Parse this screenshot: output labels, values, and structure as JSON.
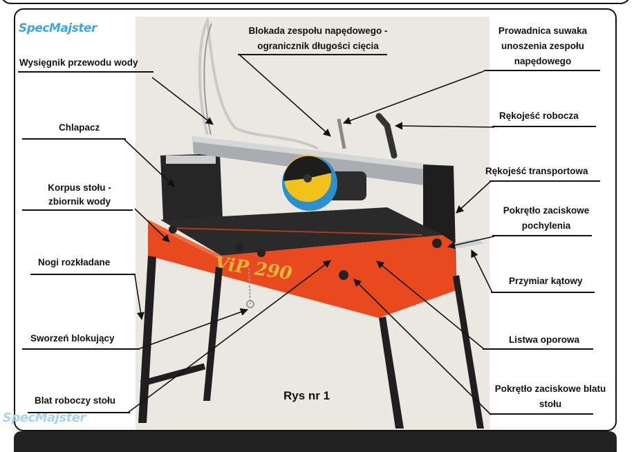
{
  "logo_text": "SpecMajster",
  "caption": "Rys nr 1",
  "labels": {
    "wysiegnik": "Wysięgnik przewodu wody",
    "chlapacz": "Chlapacz",
    "korpus_1": "Korpus stołu -",
    "korpus_2": "zbiornik wody",
    "nogi": "Nogi rozkładane",
    "sworzen": "Sworzeń blokujący",
    "blat": "Blat roboczy stołu",
    "blokada_1": "Blokada zespołu napędowego -",
    "blokada_2": "ogranicznik długości cięcia",
    "prowadnica_1": "Prowadnica suwaka",
    "prowadnica_2": "unoszenia zespołu",
    "prowadnica_3": "napędowego",
    "rekojesc_robocza": "Rękojeść robocza",
    "rekojesc_transportowa": "Rękojeść transportowa",
    "pokretlo_poch_1": "Pokrętło zaciskowe",
    "pokretlo_poch_2": "pochylenia",
    "przymiar": "Przymiar kątowy",
    "listwa": "Listwa oporowa",
    "pokretlo_blatu_1": "Pokrętło zaciskowe blatu",
    "pokretlo_blatu_2": "stołu"
  },
  "product_mark": "ViP 290",
  "colors": {
    "table_orange": "#e8491f",
    "logo_blue": "#3da6dd",
    "blade_yellow": "#f2c21a",
    "blade_blue": "#2b8fd0"
  }
}
